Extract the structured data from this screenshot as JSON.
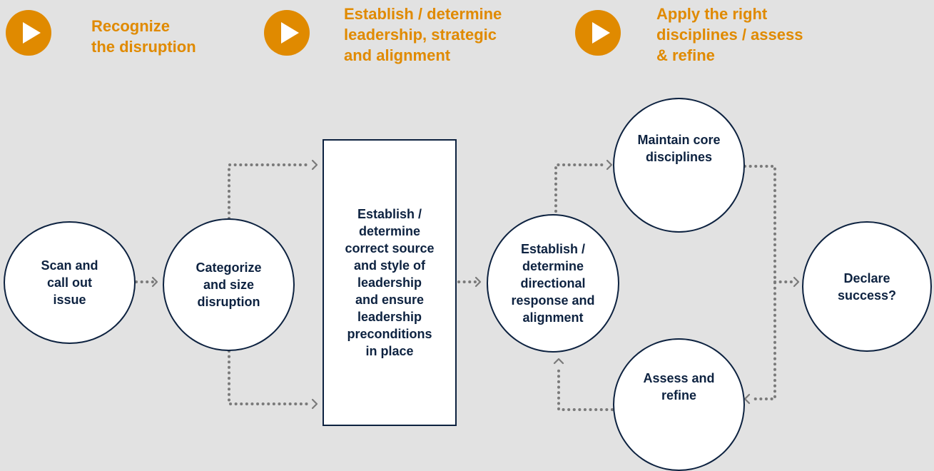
{
  "phases": [
    {
      "label": "Recognize\nthe disruption"
    },
    {
      "label": "Establish / determine\nleadership, strategic\nand alignment"
    },
    {
      "label": "Apply the right\ndisciplines / assess\n& refine"
    }
  ],
  "nodes": {
    "scan": "Scan and\ncall out\nissue",
    "categorize": "Categorize\nand size\ndisruption",
    "leadership": "Establish /\ndetermine\ncorrect source\nand style of\nleadership\nand ensure\nleadership\npreconditions\nin place",
    "directional": "Establish /\ndetermine\ndirectional\nresponse and\nalignment",
    "maintain": "Maintain core\ndisciplines",
    "assess": "Assess and\nrefine",
    "declare": "Declare\nsuccess?"
  },
  "colors": {
    "accent": "#e08a00",
    "node_border": "#0d2240",
    "connector": "#7a7a7a",
    "background": "#e2e2e2"
  }
}
